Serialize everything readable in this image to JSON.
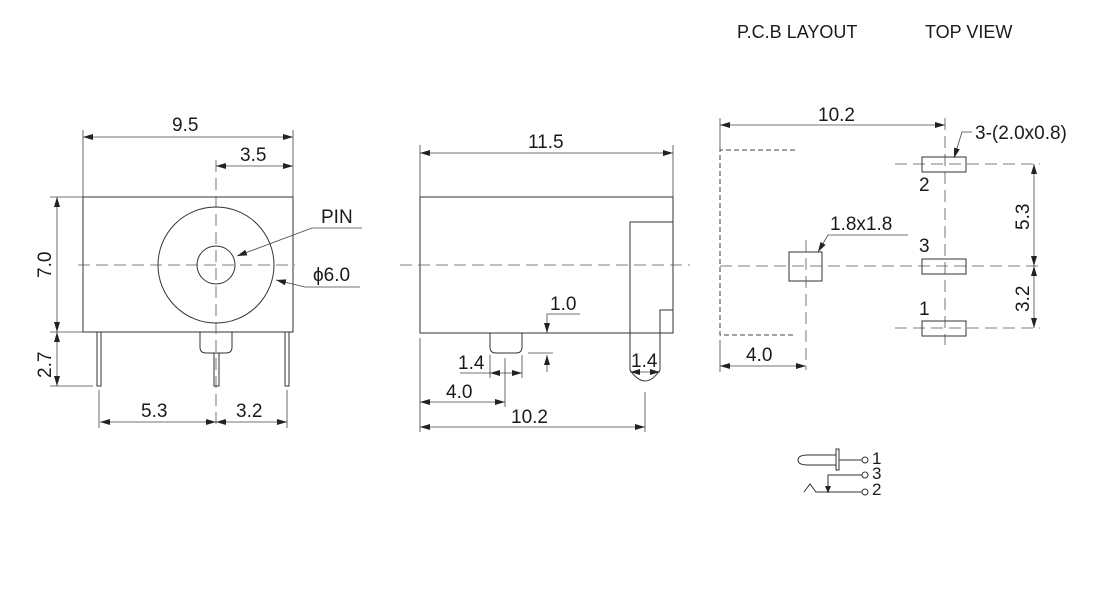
{
  "header": {
    "pcb_layout": "P.C.B LAYOUT",
    "top_view": "TOP VIEW"
  },
  "front_view": {
    "width": "9.5",
    "pin_offset": "3.5",
    "pin_label": "PIN",
    "diameter": "ϕ6.0",
    "height": "7.0",
    "pin_length": "2.7",
    "left_pin_spacing": "5.3",
    "right_pin_spacing": "3.2"
  },
  "side_view": {
    "length": "11.5",
    "tab_height": "1.0",
    "tab_width": "1.4",
    "tab_offset": "4.0",
    "rear_pin_offset": "10.2",
    "rear_pin_width": "1.4"
  },
  "pcb_view": {
    "length": "10.2",
    "pad_spec": "3-(2.0x0.8)",
    "square_hole": "1.8x1.8",
    "hole_offset": "4.0",
    "spacing_upper": "5.3",
    "spacing_lower": "3.2",
    "pad_labels": [
      "2",
      "3",
      "1"
    ]
  },
  "schematic": {
    "terminals": [
      "1",
      "3",
      "2"
    ]
  }
}
